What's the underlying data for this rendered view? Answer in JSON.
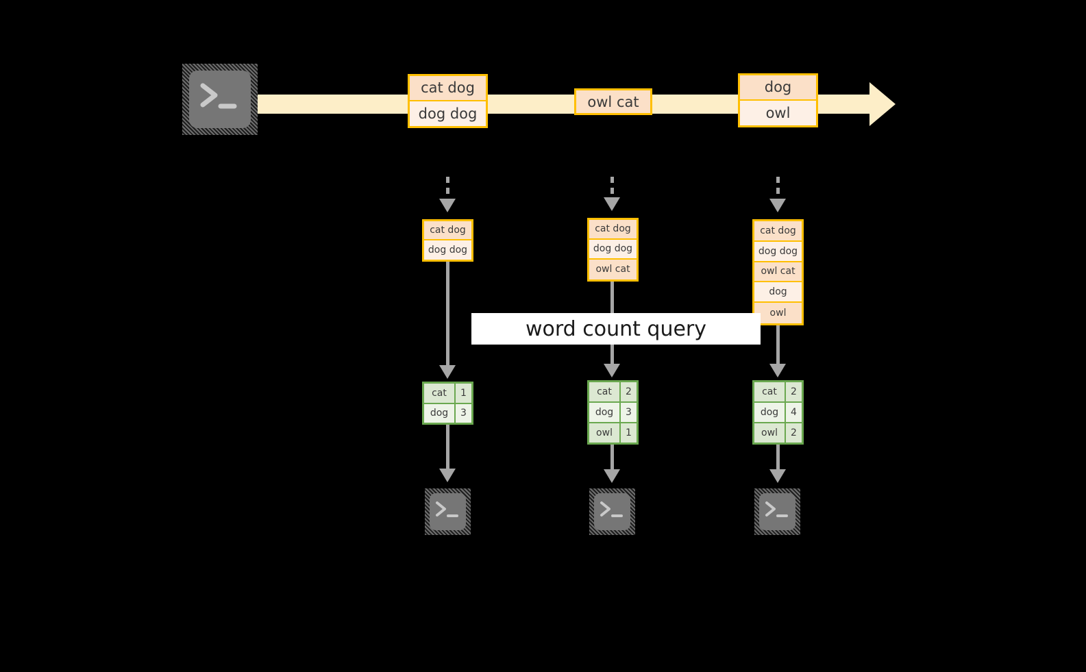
{
  "diagram": {
    "title": "word count query stream diagram",
    "banner_label": "word count query",
    "colors": {
      "stream": "#fdeec8",
      "box_border": "#ffbf00",
      "box_fill_dark": "#fbe0c8",
      "box_fill_light": "#fdf0e6",
      "table_border": "#6aa84f",
      "table_fill_dark": "#dce8d2",
      "table_fill_light": "#eef4e8",
      "connector": "#a6a6a6",
      "terminal": "#767676",
      "background": "#000000"
    }
  },
  "stream": {
    "source_icon": "terminal-icon",
    "events": [
      {
        "id": "evt1",
        "rows": [
          "cat dog",
          "dog dog"
        ]
      },
      {
        "id": "evt2",
        "rows": [
          "owl cat"
        ]
      },
      {
        "id": "evt3",
        "rows": [
          "dog",
          "owl"
        ]
      }
    ]
  },
  "snapshots": [
    {
      "id": "snapshot-1",
      "accumulated": [
        "cat dog",
        "dog dog"
      ],
      "result": {
        "rows": [
          {
            "word": "cat",
            "count": "1"
          },
          {
            "word": "dog",
            "count": "3"
          }
        ]
      },
      "sink_icon": "terminal-icon"
    },
    {
      "id": "snapshot-2",
      "accumulated": [
        "cat dog",
        "dog dog",
        "owl cat"
      ],
      "result": {
        "rows": [
          {
            "word": "cat",
            "count": "2"
          },
          {
            "word": "dog",
            "count": "3"
          },
          {
            "word": "owl",
            "count": "1"
          }
        ]
      },
      "sink_icon": "terminal-icon"
    },
    {
      "id": "snapshot-3",
      "accumulated": [
        "cat dog",
        "dog dog",
        "owl cat",
        "dog",
        "owl"
      ],
      "result": {
        "rows": [
          {
            "word": "cat",
            "count": "2"
          },
          {
            "word": "dog",
            "count": "4"
          },
          {
            "word": "owl",
            "count": "2"
          }
        ]
      },
      "sink_icon": "terminal-icon"
    }
  ]
}
